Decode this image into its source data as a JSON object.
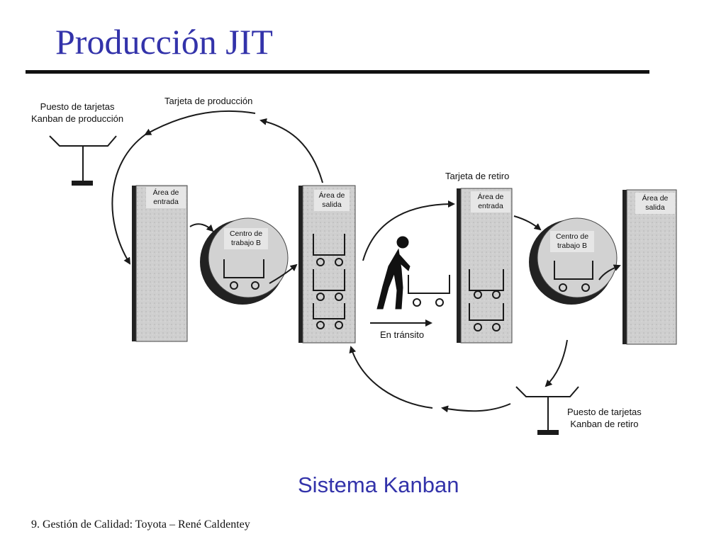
{
  "slide": {
    "title": "Producción JIT",
    "subtitle": "Sistema Kanban",
    "footer": "9. Gestión de Calidad: Toyota – René Caldentey"
  },
  "diagram": {
    "production_post": [
      "Puesto de tarjetas",
      "Kanban de producción"
    ],
    "production_card": "Tarjeta de producción",
    "withdrawal_card": "Tarjeta de retiro",
    "withdrawal_post": [
      "Puesto de tarjetas",
      "Kanban de retiro"
    ],
    "in_transit": "En tránsito",
    "input_area_1": [
      "Área de",
      "entrada"
    ],
    "output_area_1": [
      "Área de",
      "salida"
    ],
    "input_area_2": [
      "Área de",
      "entrada"
    ],
    "output_area_2": [
      "Área de",
      "salida"
    ],
    "work_center_1": [
      "Centro de",
      "trabajo B"
    ],
    "work_center_2": [
      "Centro de",
      "trabajo B"
    ]
  },
  "colors": {
    "title": "#3333aa",
    "ink": "#1a1a1a",
    "pillar": "#cfcfcf"
  }
}
